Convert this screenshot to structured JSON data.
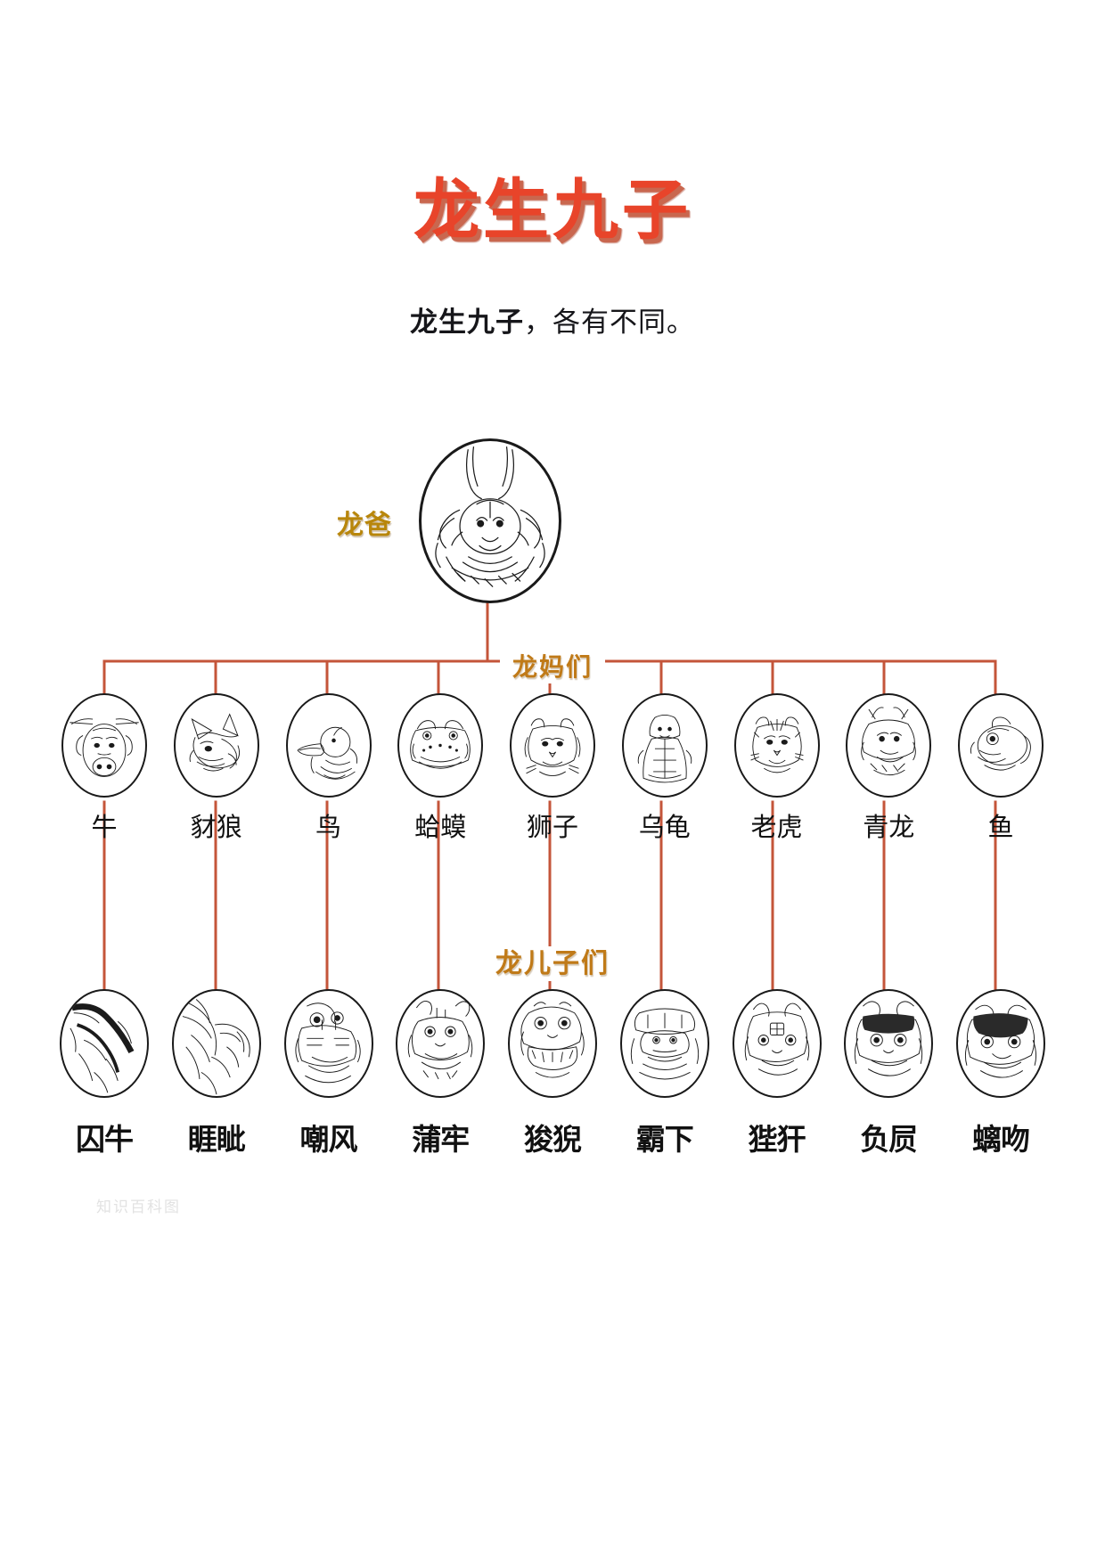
{
  "page": {
    "title": "龙生九子",
    "subtitle_strong": "龙生九子",
    "subtitle_light": "，各有不同。",
    "watermark": "知识百科图"
  },
  "colors": {
    "title_red": "#e8442a",
    "title_shadow": "#c9674f",
    "label_gold": "#c07a18",
    "connector": "#c4553a",
    "ink": "#1a1a1a"
  },
  "father": {
    "label": "龙爸",
    "art_name": "dragon-head-portrait"
  },
  "mothers": {
    "group_label": "龙妈们",
    "items": [
      {
        "label": "牛",
        "art_name": "ox-portrait"
      },
      {
        "label": "豺狼",
        "art_name": "jackal-portrait"
      },
      {
        "label": "鸟",
        "art_name": "bird-portrait"
      },
      {
        "label": "蛤蟆",
        "art_name": "toad-portrait"
      },
      {
        "label": "狮子",
        "art_name": "lion-portrait"
      },
      {
        "label": "乌龟",
        "art_name": "turtle-portrait"
      },
      {
        "label": "老虎",
        "art_name": "tiger-portrait"
      },
      {
        "label": "青龙",
        "art_name": "azure-dragon-portrait"
      },
      {
        "label": "鱼",
        "art_name": "fish-portrait"
      }
    ]
  },
  "sons": {
    "group_label": "龙儿子们",
    "items": [
      {
        "label": "囚牛",
        "art_name": "qiuniu-portrait"
      },
      {
        "label": "睚眦",
        "art_name": "yazi-portrait"
      },
      {
        "label": "嘲风",
        "art_name": "chaofeng-portrait"
      },
      {
        "label": "蒲牢",
        "art_name": "pulao-portrait"
      },
      {
        "label": "狻猊",
        "art_name": "suanni-portrait"
      },
      {
        "label": "霸下",
        "art_name": "baxia-portrait"
      },
      {
        "label": "狴犴",
        "art_name": "bian-portrait"
      },
      {
        "label": "负屃",
        "art_name": "fuxi-portrait"
      },
      {
        "label": "螭吻",
        "art_name": "chiwen-portrait"
      }
    ]
  }
}
